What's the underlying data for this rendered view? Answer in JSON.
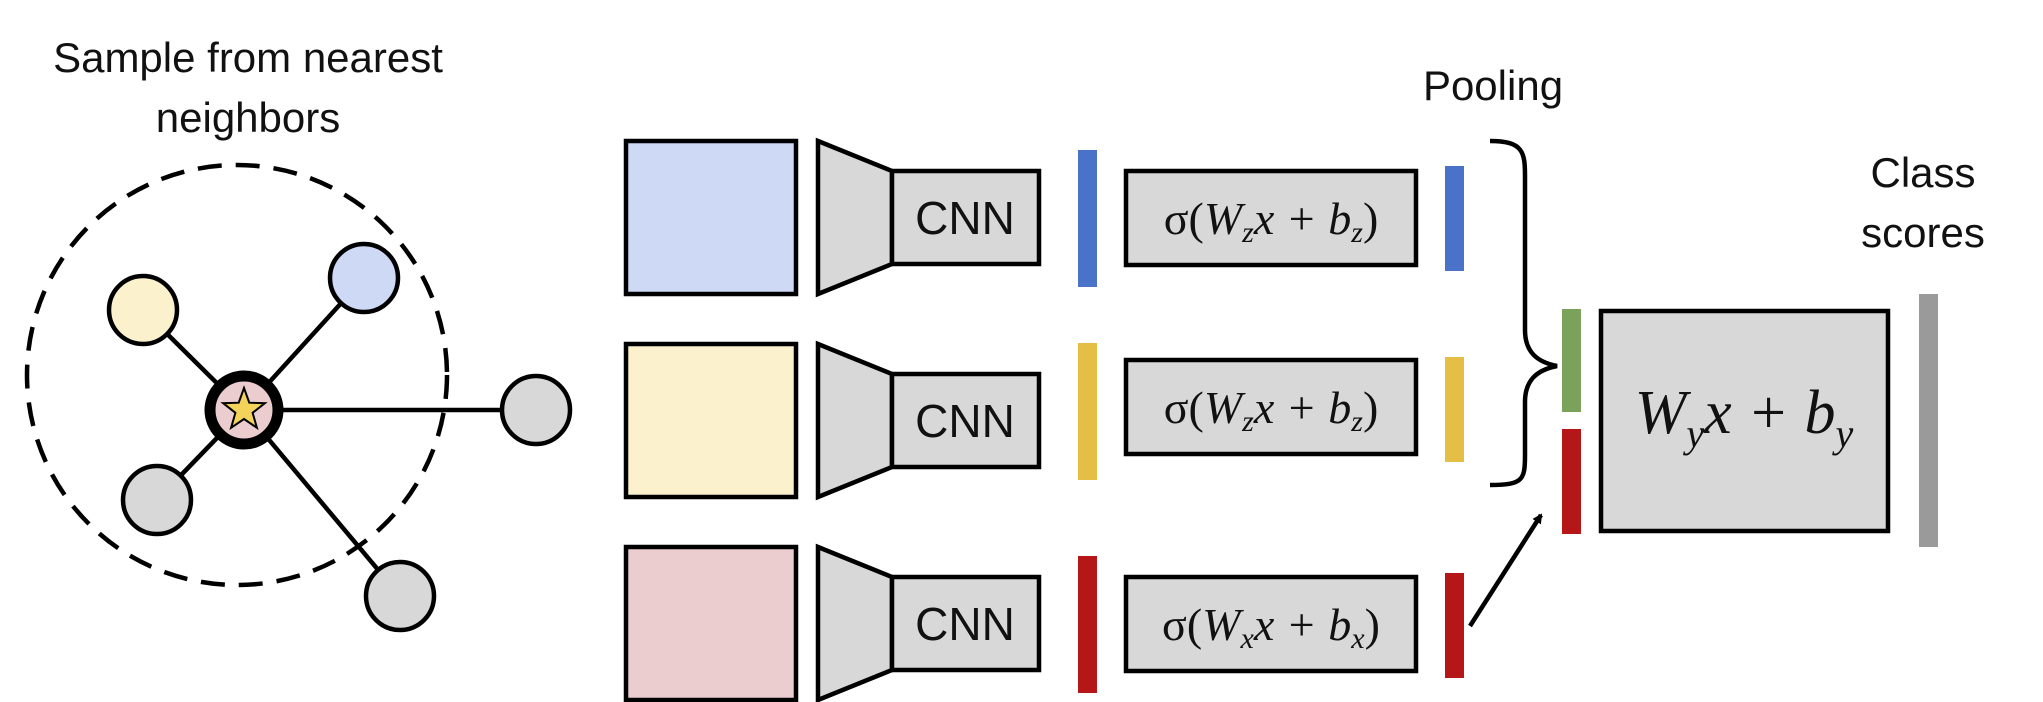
{
  "labels": {
    "sample_line1": "Sample from nearest",
    "sample_line2": "neighbors",
    "pooling": "Pooling",
    "class_line1": "Class",
    "class_line2": "scores"
  },
  "rows": [
    {
      "image_color": "#cdd9f5",
      "cnn_label": "CNN",
      "feature_color": "#4a72c8",
      "transform": {
        "sigma": "σ(",
        "W": "W",
        "W_sub": "z",
        "x_plus": "x + ",
        "b": "b",
        "b_sub": "z",
        "close": ")"
      },
      "output_color": "#4a72c8"
    },
    {
      "image_color": "#fbf1cc",
      "cnn_label": "CNN",
      "feature_color": "#e5bf45",
      "transform": {
        "sigma": "σ(",
        "W": "W",
        "W_sub": "z",
        "x_plus": "x + ",
        "b": "b",
        "b_sub": "z",
        "close": ")"
      },
      "output_color": "#e5bf45"
    },
    {
      "image_color": "#ebcccf",
      "cnn_label": "CNN",
      "feature_color": "#b51618",
      "transform": {
        "sigma": "σ(",
        "W": "W",
        "W_sub": "x",
        "x_plus": "x + ",
        "b": "b",
        "b_sub": "x",
        "close": ")"
      },
      "output_color": "#b51618"
    }
  ],
  "combined": {
    "pooled_color": "#7aa25a",
    "query_color": "#b51618"
  },
  "classifier": {
    "W": "W",
    "W_sub": "y",
    "x_plus": "x + ",
    "b": "b",
    "b_sub": "y"
  },
  "score_bar_color": "#9a9a9a",
  "graph": {
    "center_fill": "#ebcccf",
    "star_fill": "#f3d35a",
    "neighbor_fills": [
      "#fbf1cc",
      "#cdd9f5",
      "#d8d8d8",
      "#d8d8d8",
      "#d8d8d8"
    ]
  }
}
